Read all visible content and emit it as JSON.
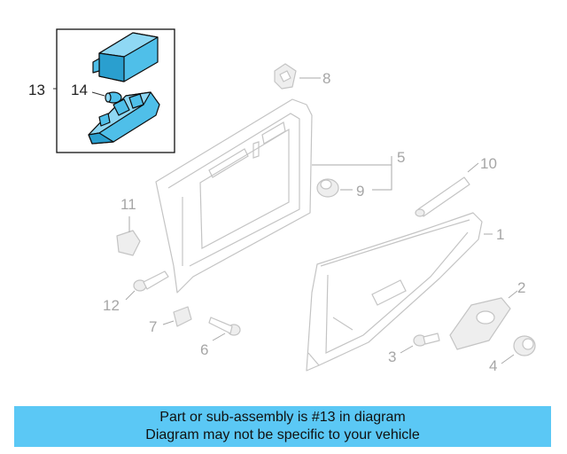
{
  "callouts": {
    "c1": "1",
    "c2": "2",
    "c3": "3",
    "c4": "4",
    "c5": "5",
    "c6": "6",
    "c7": "7",
    "c8": "8",
    "c9": "9",
    "c10": "10",
    "c11": "11",
    "c12": "12",
    "c13": "13",
    "c14": "14"
  },
  "banner": {
    "line1": "Part or sub-assembly is #13 in diagram",
    "line2": "Diagram may not be specific to your vehicle"
  },
  "colors": {
    "highlight": "#4fbfe9",
    "banner_bg": "#5bc8f5",
    "ghost_line": "#c4c4c4"
  }
}
